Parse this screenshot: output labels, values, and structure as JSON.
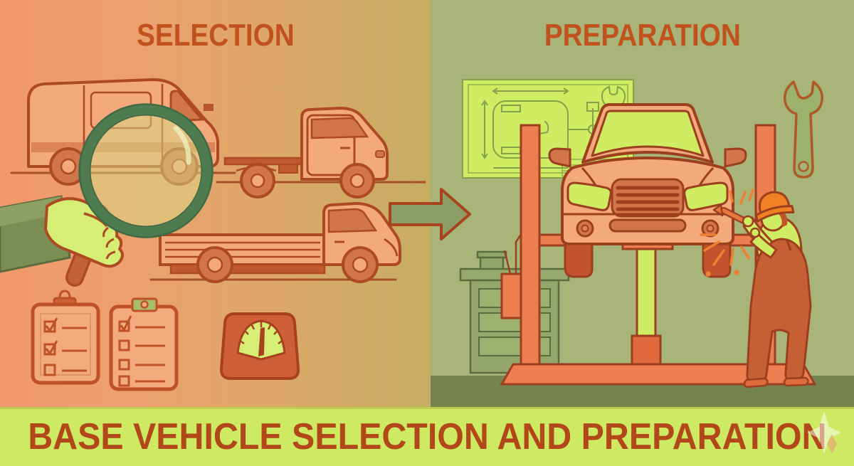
{
  "panels": {
    "selection": {
      "title": "SELECTION",
      "icons": [
        "cargo-van",
        "chassis-cab-truck",
        "flatbed-truck",
        "magnifying-glass",
        "inspector-hand",
        "checklist-a",
        "checklist-b",
        "weight-scale"
      ],
      "checklist_a": {
        "items": 3,
        "checked": 2
      },
      "checklist_b": {
        "items": 4,
        "checked": 1
      }
    },
    "preparation": {
      "title": "PREPARATION",
      "icons": [
        "vehicle-blueprint",
        "wall-wrench",
        "two-post-lift",
        "suv-front-on-lift",
        "mechanic-with-wrench",
        "workbench",
        "sparks"
      ]
    }
  },
  "flow": {
    "arrow_icon": "arrow-right"
  },
  "banner": {
    "title": "BASE VEHICLE SELECTION AND PREPARATION",
    "watermark_icon": "sparkle-star"
  },
  "colors": {
    "left_bg_start": "#f0996c",
    "left_bg_end": "#c6ad62",
    "right_bg": "#a8b478",
    "floor": "#75834e",
    "banner_bg": "#cdea62",
    "heading_text": "#c2521d",
    "banner_text": "#b2471a",
    "outline": "#9c3f1e",
    "vehicle_fill": "#f3a97c",
    "vehicle_accent": "#d1764a",
    "bright_green": "#cfec63",
    "magnifier_rim": "#4e7b50",
    "lift_orange": "#ec7e50",
    "hardhat_orange": "#ef8024"
  }
}
